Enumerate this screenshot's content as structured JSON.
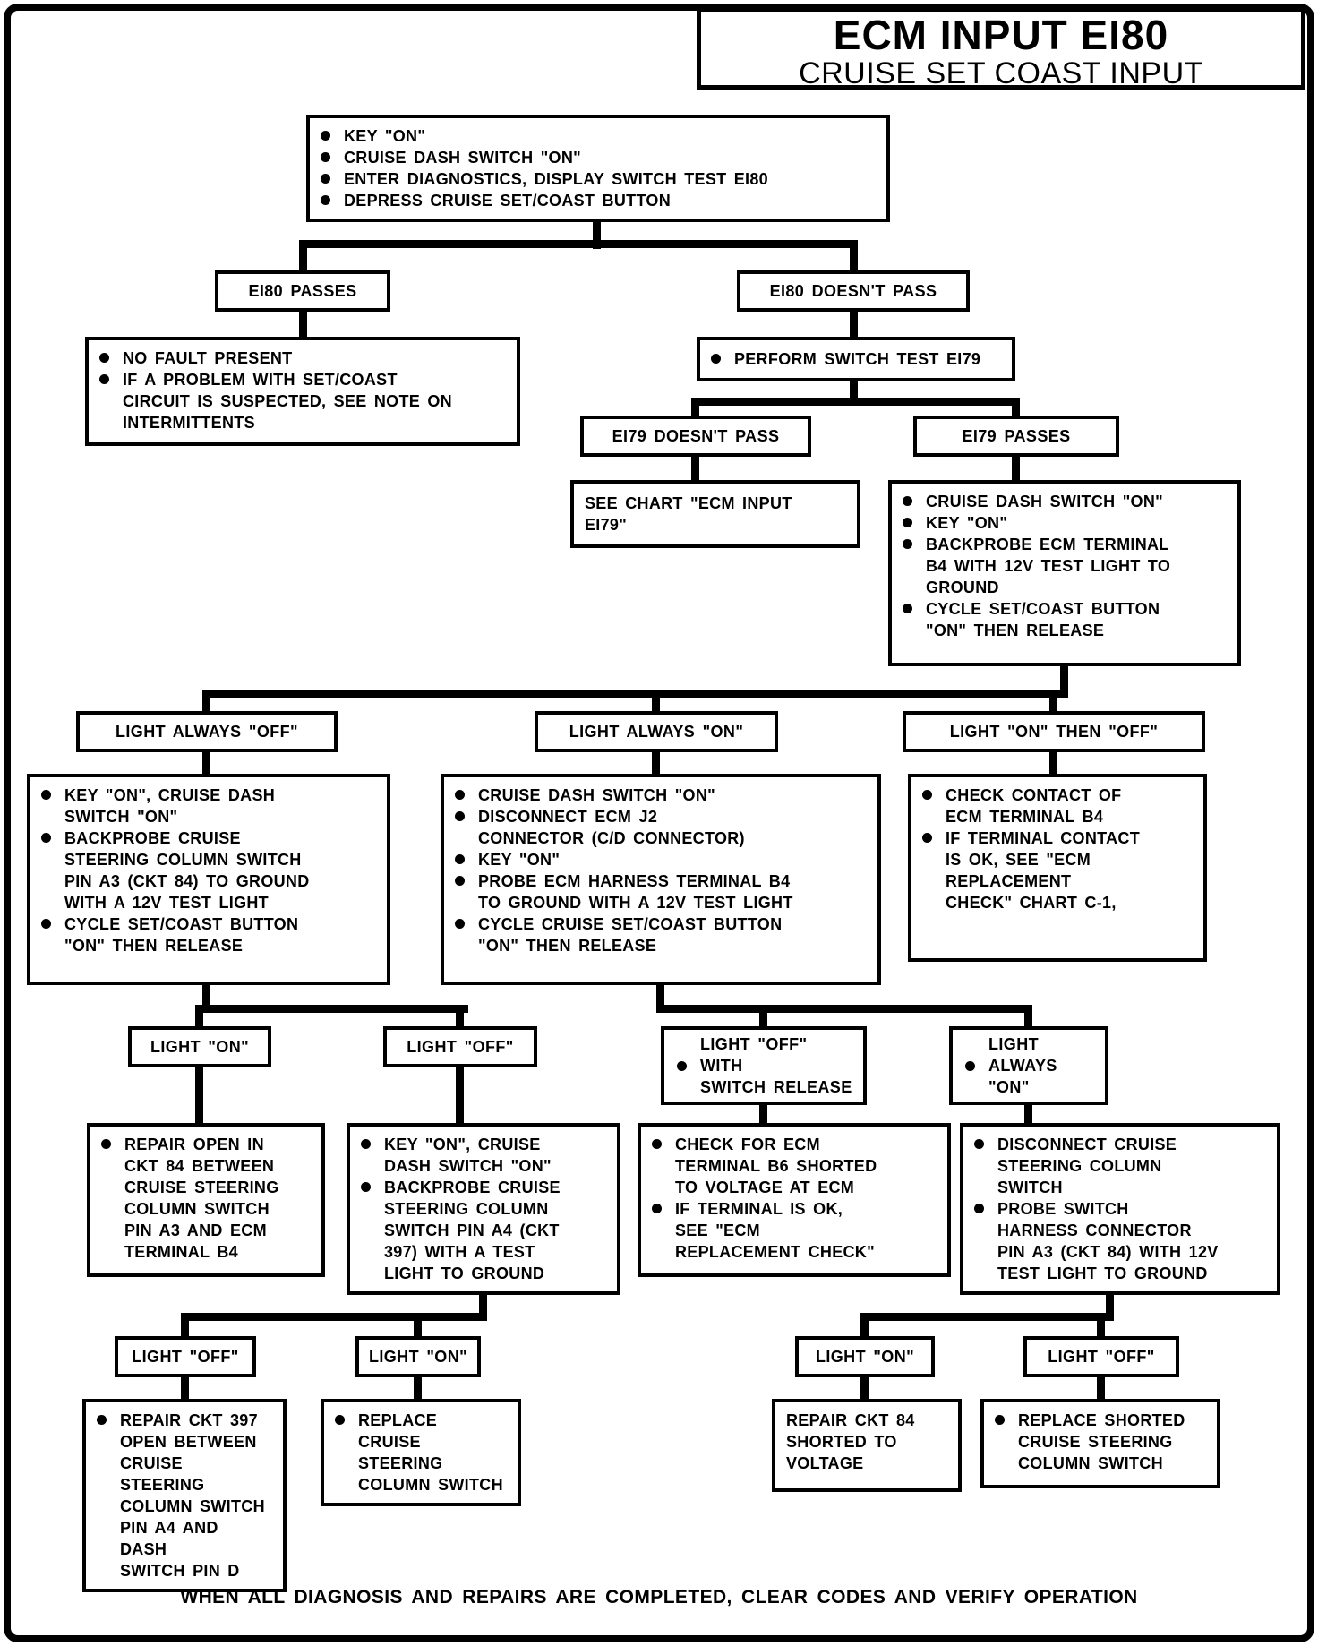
{
  "title": {
    "line1": "ECM INPUT EI80",
    "line2": "CRUISE SET COAST INPUT"
  },
  "footer": "WHEN ALL DIAGNOSIS AND REPAIRS ARE COMPLETED, CLEAR CODES AND VERIFY OPERATION",
  "nodes": {
    "start": {
      "items": [
        "KEY \"ON\"",
        "CRUISE DASH SWITCH \"ON\"",
        "ENTER DIAGNOSTICS, DISPLAY SWITCH TEST EI80",
        "DEPRESS CRUISE SET/COAST BUTTON"
      ]
    },
    "ei80_passes": {
      "label": "EI80 PASSES"
    },
    "ei80_doesnt_pass": {
      "label": "EI80 DOESN'T PASS"
    },
    "no_fault": {
      "items": [
        "NO FAULT PRESENT",
        "IF A PROBLEM WITH SET/COAST\nCIRCUIT IS SUSPECTED, SEE NOTE ON\nINTERMITTENTS"
      ]
    },
    "perform_ei79": {
      "items": [
        "PERFORM SWITCH TEST EI79"
      ]
    },
    "ei79_doesnt_pass": {
      "label": "EI79 DOESN'T PASS"
    },
    "ei79_passes": {
      "label": "EI79 PASSES"
    },
    "see_chart": {
      "text": "SEE CHART \"ECM INPUT\nEI79\""
    },
    "ei79_pass_steps": {
      "items": [
        "CRUISE DASH SWITCH \"ON\"",
        "KEY \"ON\"",
        "BACKPROBE ECM TERMINAL\nB4 WITH 12V TEST LIGHT TO\nGROUND",
        "CYCLE SET/COAST BUTTON\n\"ON\" THEN RELEASE"
      ]
    },
    "light_always_off": {
      "label": "LIGHT ALWAYS \"OFF\""
    },
    "light_always_on": {
      "label": "LIGHT ALWAYS \"ON\""
    },
    "light_on_then_off": {
      "label": "LIGHT \"ON\" THEN \"OFF\""
    },
    "always_off_steps": {
      "items": [
        "KEY \"ON\", CRUISE DASH\nSWITCH \"ON\"",
        "BACKPROBE CRUISE\nSTEERING COLUMN SWITCH\nPIN A3 (CKT 84) TO GROUND\nWITH A 12V TEST LIGHT",
        "CYCLE SET/COAST BUTTON\n\"ON\" THEN RELEASE"
      ]
    },
    "always_on_steps": {
      "items": [
        "CRUISE DASH SWITCH \"ON\"",
        "DISCONNECT ECM J2\nCONNECTOR (C/D CONNECTOR)",
        "KEY \"ON\"",
        "PROBE ECM HARNESS TERMINAL B4\nTO GROUND WITH A 12V TEST LIGHT",
        "CYCLE CRUISE SET/COAST BUTTON\n\"ON\" THEN RELEASE"
      ]
    },
    "on_then_off_steps": {
      "items": [
        "CHECK CONTACT OF\nECM TERMINAL B4",
        "IF TERMINAL CONTACT\nIS OK, SEE \"ECM\nREPLACEMENT\nCHECK\" CHART C-1,"
      ]
    },
    "light_on_a": {
      "label": "LIGHT \"ON\""
    },
    "light_off_a": {
      "label": "LIGHT \"OFF\""
    },
    "light_off_with_switch_release": {
      "label": "LIGHT \"OFF\" WITH\nSWITCH RELEASE"
    },
    "light_always_on_2": {
      "label": "LIGHT\nALWAYS \"ON\""
    },
    "repair_open_ckt84": {
      "items": [
        "REPAIR OPEN IN\nCKT 84 BETWEEN\nCRUISE STEERING\nCOLUMN SWITCH\nPIN A3 AND ECM\nTERMINAL B4"
      ]
    },
    "backprobe_pin_a4": {
      "items": [
        "KEY \"ON\", CRUISE\nDASH SWITCH \"ON\"",
        "BACKPROBE CRUISE\nSTEERING COLUMN\nSWITCH PIN A4 (CKT\n397) WITH A TEST\nLIGHT TO GROUND"
      ]
    },
    "check_terminal_b6": {
      "items": [
        "CHECK FOR ECM\nTERMINAL B6 SHORTED\nTO VOLTAGE AT ECM",
        "IF TERMINAL IS OK,\nSEE \"ECM\nREPLACEMENT CHECK\""
      ]
    },
    "disconnect_column_switch": {
      "items": [
        "DISCONNECT CRUISE\nSTEERING COLUMN\nSWITCH",
        "PROBE SWITCH\nHARNESS CONNECTOR\nPIN A3 (CKT 84) WITH 12V\nTEST LIGHT TO GROUND"
      ]
    },
    "light_off_b": {
      "label": "LIGHT \"OFF\""
    },
    "light_on_b": {
      "label": "LIGHT \"ON\""
    },
    "light_on_c": {
      "label": "LIGHT \"ON\""
    },
    "light_off_c": {
      "label": "LIGHT \"OFF\""
    },
    "repair_ckt397": {
      "items": [
        "REPAIR CKT 397\nOPEN BETWEEN\nCRUISE STEERING\nCOLUMN SWITCH\nPIN A4 AND DASH\nSWITCH PIN D"
      ]
    },
    "replace_column_switch": {
      "items": [
        "REPLACE CRUISE\nSTEERING\nCOLUMN SWITCH"
      ]
    },
    "repair_ckt84_short": {
      "text": "REPAIR CKT 84\nSHORTED TO\nVOLTAGE"
    },
    "replace_shorted_switch": {
      "items": [
        "REPLACE SHORTED\nCRUISE STEERING\nCOLUMN SWITCH"
      ]
    },
    "colors": {
      "ink": "#000000",
      "paper": "#ffffff"
    }
  }
}
